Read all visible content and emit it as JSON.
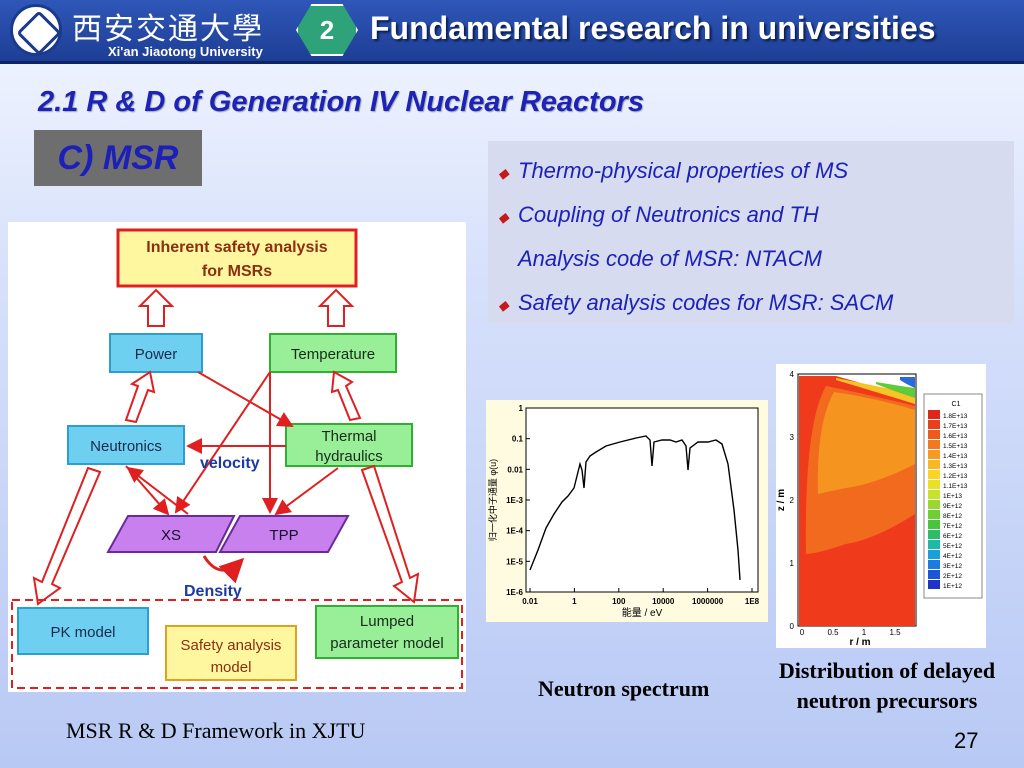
{
  "header": {
    "university_cn": "西安交通大學",
    "university_en": "Xi'an Jiaotong University",
    "section_number": "2",
    "title": "Fundamental research in universities"
  },
  "subtitle": "2.1  R & D of Generation IV Nuclear  Reactors",
  "section_label": "C) MSR",
  "bullets": {
    "b1": "Thermo-physical properties of MS",
    "b2_line1": "Coupling of Neutronics and TH",
    "b2_line2": "Analysis code of MSR: NTACM",
    "b3": "Safety analysis codes for MSR: SACM"
  },
  "diagram": {
    "inherent_line1": "Inherent safety analysis",
    "inherent_line2": "for MSRs",
    "power": "Power",
    "temperature": "Temperature",
    "neutronics": "Neutronics",
    "thermal_line1": "Thermal",
    "thermal_line2": "hydraulics",
    "velocity": "velocity",
    "xs": "XS",
    "tpp": "TPP",
    "density": "Density",
    "pk_model": "PK model",
    "lumped_line1": "Lumped",
    "lumped_line2": "parameter model",
    "safety_line1": "Safety analysis",
    "safety_line2": "model"
  },
  "spectrum": {
    "y_ticks": [
      "1",
      "0.1",
      "0.01",
      "1E-3",
      "1E-4",
      "1E-5",
      "1E-6"
    ],
    "x_ticks": [
      "0.01",
      "1",
      "100",
      "10000",
      "1000000",
      "1E8"
    ],
    "xlabel": "能量 / eV",
    "ylabel": "归一化中子通量 φ(u)"
  },
  "contour": {
    "y_ticks": [
      "4",
      "3",
      "2",
      "1",
      "0"
    ],
    "x_ticks": [
      "0",
      "0.5",
      "1",
      "1.5"
    ],
    "xlabel": "r / m",
    "ylabel": "z / m",
    "legend_title": "C1",
    "legend_values": [
      "1.8E+13",
      "1.7E+13",
      "1.6E+13",
      "1.5E+13",
      "1.4E+13",
      "1.3E+13",
      "1.2E+13",
      "1.1E+13",
      "1E+13",
      "9E+12",
      "8E+12",
      "7E+12",
      "6E+12",
      "5E+12",
      "4E+12",
      "3E+12",
      "2E+12",
      "1E+12"
    ],
    "legend_colors": [
      "#e0251b",
      "#e8401c",
      "#ec5a1e",
      "#f17a20",
      "#f59a22",
      "#f8b823",
      "#f9d424",
      "#e8e226",
      "#c6e22a",
      "#9bd82f",
      "#6fce35",
      "#48c53c",
      "#2dbd6a",
      "#1fb7a6",
      "#1aa0d8",
      "#1b7be0",
      "#1d55d8",
      "#1f34c6"
    ],
    "colors": {
      "outer": "#ef3a1c",
      "mid": "#f26a1e",
      "inner": "#f69420",
      "edge_yellow": "#f8c424",
      "edge_green": "#5fcb3a",
      "edge_blue": "#2b6ad8"
    }
  },
  "captions": {
    "neutron_spectrum": "Neutron spectrum",
    "delayed_line1": "Distribution of delayed",
    "delayed_line2": "neutron precursors",
    "framework": "MSR R & D Framework in XJTU"
  },
  "page_number": "27"
}
